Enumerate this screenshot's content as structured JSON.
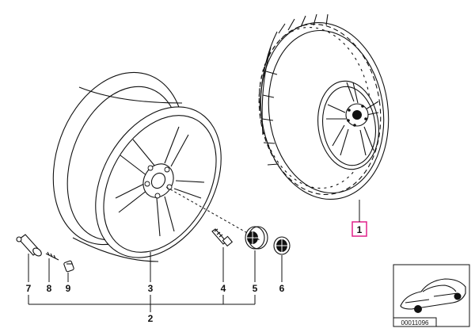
{
  "callouts": {
    "c1": "1",
    "c2": "2",
    "c3": "3",
    "c4": "4",
    "c5": "5",
    "c6": "6",
    "c7": "7",
    "c8": "8",
    "c9": "9"
  },
  "inset": {
    "code": "00011096"
  },
  "colors": {
    "highlight_box": "#e0218a",
    "line": "#111111"
  }
}
